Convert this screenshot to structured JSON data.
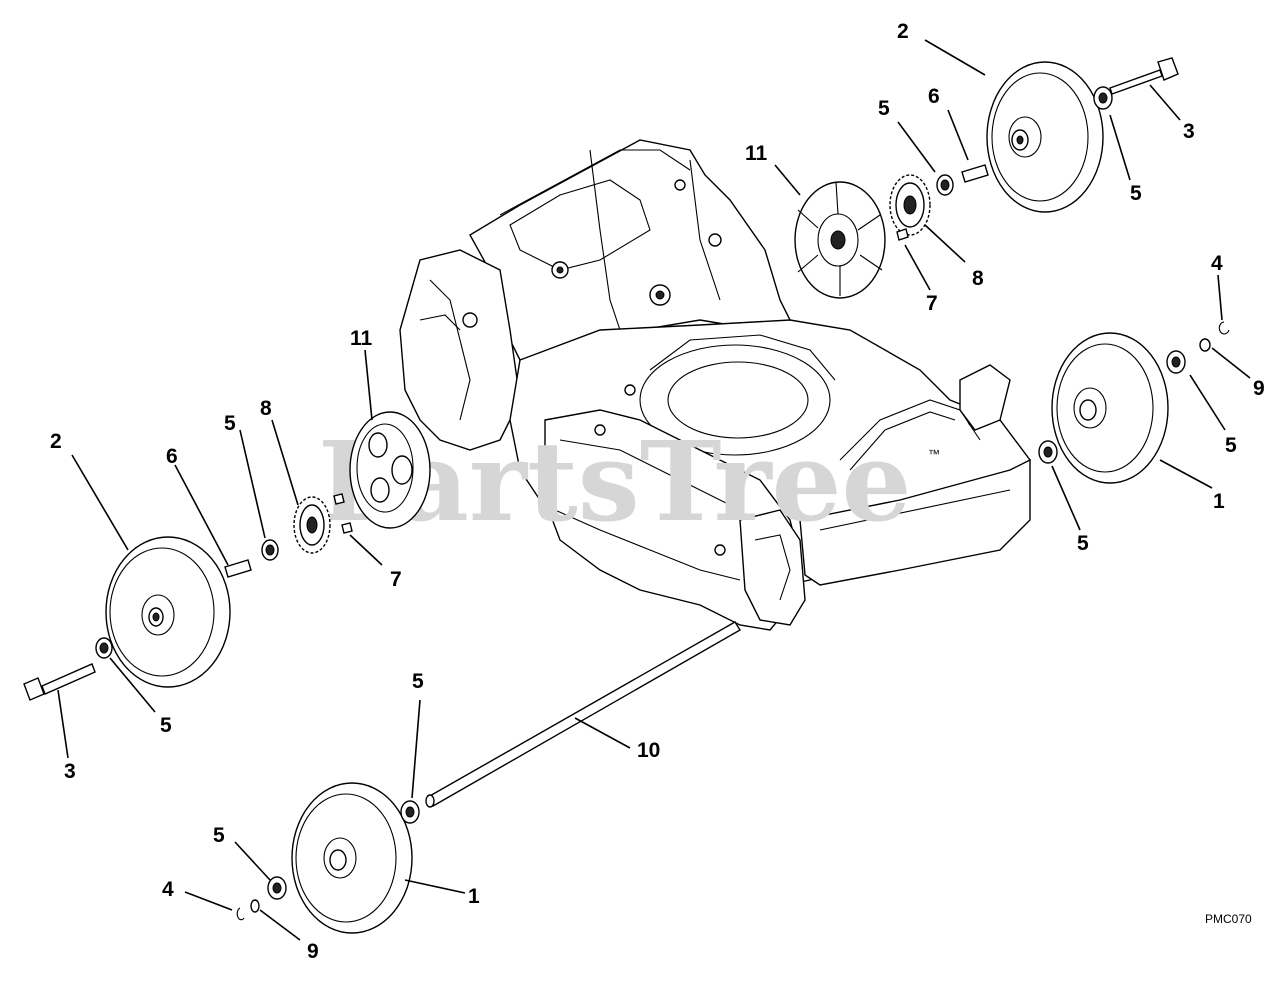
{
  "watermark": {
    "text": "PartsTree",
    "mark": "™"
  },
  "drawing_code": "PMC070",
  "callouts": [
    {
      "id": "lbl-2-top",
      "text": "2"
    },
    {
      "id": "lbl-3-top",
      "text": "3"
    },
    {
      "id": "lbl-5-top-right",
      "text": "5"
    },
    {
      "id": "lbl-5-top-mid",
      "text": "5"
    },
    {
      "id": "lbl-6-top",
      "text": "6"
    },
    {
      "id": "lbl-11-top",
      "text": "11"
    },
    {
      "id": "lbl-8-top",
      "text": "8"
    },
    {
      "id": "lbl-7-top",
      "text": "7"
    },
    {
      "id": "lbl-4-right",
      "text": "4"
    },
    {
      "id": "lbl-9-right",
      "text": "9"
    },
    {
      "id": "lbl-5-right",
      "text": "5"
    },
    {
      "id": "lbl-1-right",
      "text": "1"
    },
    {
      "id": "lbl-5-right-low",
      "text": "5"
    },
    {
      "id": "lbl-11-left",
      "text": "11"
    },
    {
      "id": "lbl-8-left",
      "text": "8"
    },
    {
      "id": "lbl-5-left",
      "text": "5"
    },
    {
      "id": "lbl-6-left",
      "text": "6"
    },
    {
      "id": "lbl-2-left",
      "text": "2"
    },
    {
      "id": "lbl-7-left",
      "text": "7"
    },
    {
      "id": "lbl-5-left-low",
      "text": "5"
    },
    {
      "id": "lbl-3-left",
      "text": "3"
    },
    {
      "id": "lbl-5-bottom",
      "text": "5"
    },
    {
      "id": "lbl-10",
      "text": "10"
    },
    {
      "id": "lbl-5-bottom-left",
      "text": "5"
    },
    {
      "id": "lbl-4-bottom",
      "text": "4"
    },
    {
      "id": "lbl-9-bottom",
      "text": "9"
    },
    {
      "id": "lbl-1-bottom",
      "text": "1"
    }
  ]
}
